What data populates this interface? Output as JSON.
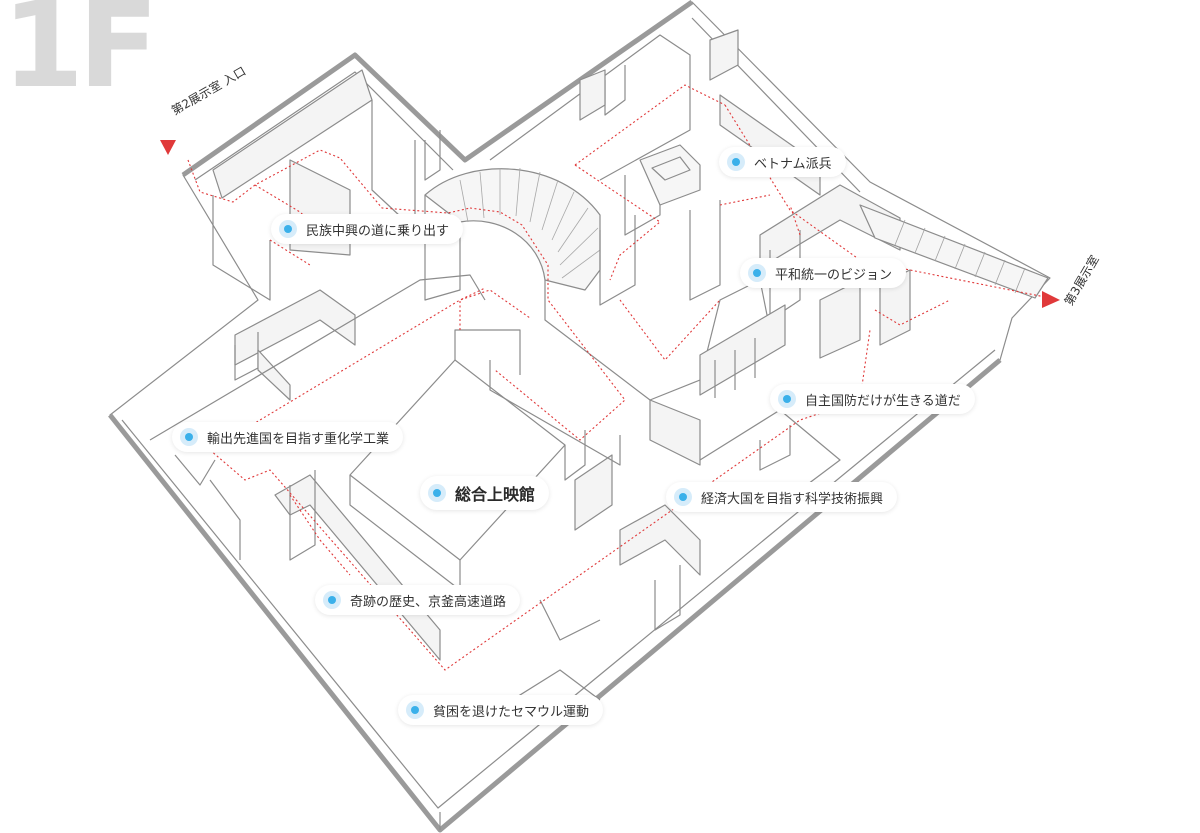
{
  "floor": {
    "label": "1F"
  },
  "exits": {
    "hall2_entrance": "第2展示室 入口",
    "hall3": "第3展示室"
  },
  "zones": [
    {
      "id": "minzoku",
      "label": "民族中興の道に乗り出す"
    },
    {
      "id": "vietnam",
      "label": "ベトナム派兵"
    },
    {
      "id": "heiwa",
      "label": "平和統一のビジョン"
    },
    {
      "id": "jishu",
      "label": "自主国防だけが生きる道だ"
    },
    {
      "id": "yushutsu",
      "label": "輸出先進国を目指す重化学工業"
    },
    {
      "id": "sogo",
      "label": "総合上映館"
    },
    {
      "id": "keizai",
      "label": "経済大国を目指す科学技術振興"
    },
    {
      "id": "kiseki",
      "label": "奇跡の歴史、京釜高速道路"
    },
    {
      "id": "hinkon",
      "label": "貧困を退けたセマウル運動"
    }
  ],
  "colors": {
    "wall_outline": "#8c8c8c",
    "wall_fill": "#ededed",
    "route": "#e0393a",
    "marker": "#3ab0ea",
    "marker_halo": "#d6ecfa",
    "floor_label": "#d9d9d9"
  }
}
